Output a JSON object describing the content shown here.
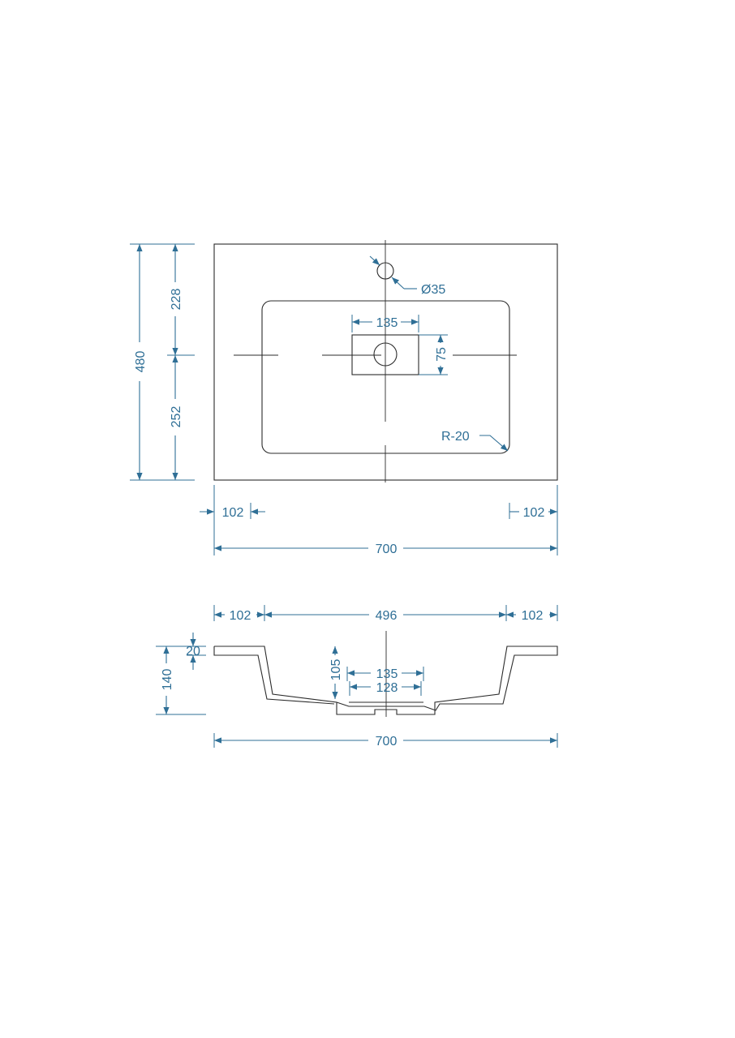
{
  "colors": {
    "dimension": "#2f6f96",
    "outline": "#2b2b2b",
    "background": "#ffffff"
  },
  "top_view": {
    "height_total": "480",
    "height_upper": "228",
    "height_lower": "252",
    "tap_hole_diameter": "Ø35",
    "drain_width": "135",
    "drain_height": "75",
    "corner_radius": "R-20",
    "left_margin": "102",
    "right_margin": "102",
    "width_total": "700"
  },
  "side_view": {
    "left_margin": "102",
    "bowl_width": "496",
    "right_margin": "102",
    "rim_thickness": "20",
    "height_total": "140",
    "bowl_depth": "105",
    "drain_outer_width": "135",
    "drain_inner_width": "128",
    "width_total": "700"
  }
}
